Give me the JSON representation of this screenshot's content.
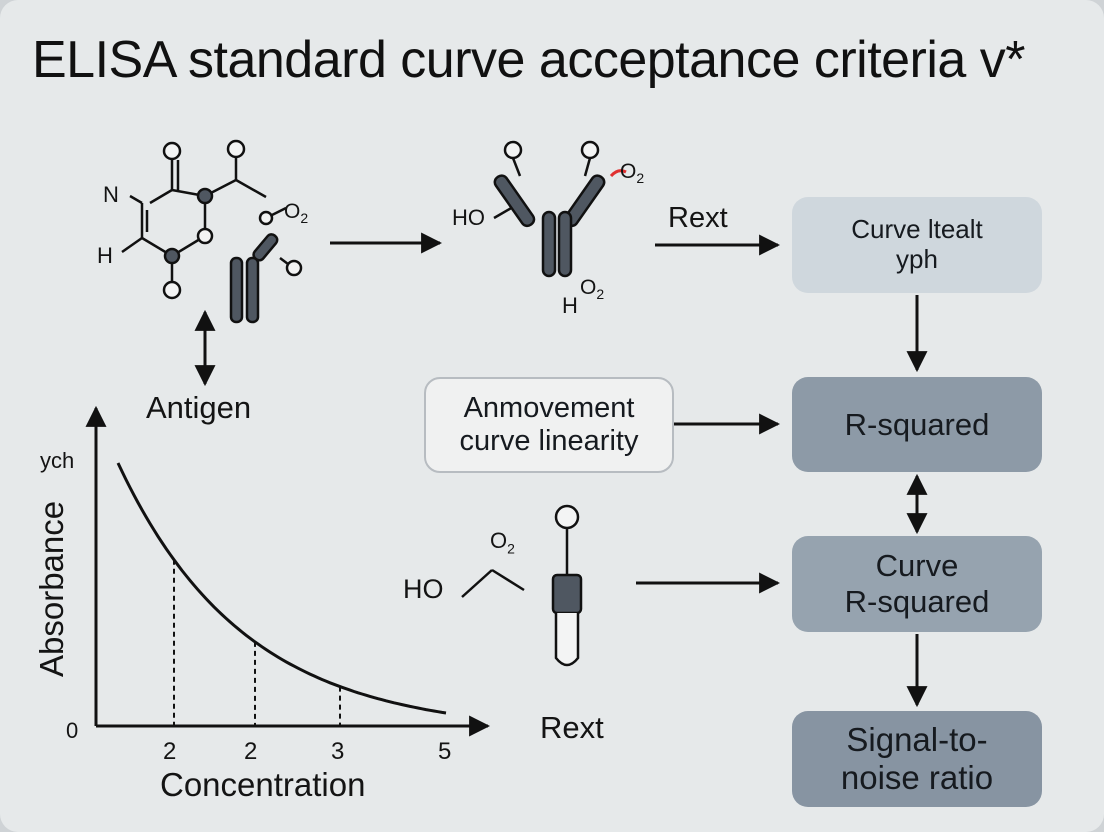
{
  "title": "ELISA standard curve acceptance criteria v*",
  "molecules": {
    "antigen": {
      "label": "Antigen",
      "atoms": [
        "N",
        "H",
        "O",
        "O",
        "O",
        "O",
        "O"
      ],
      "o2": "O",
      "o2_sub": "2"
    },
    "antibody": {
      "ho": "HO",
      "h": "H",
      "o2_top": "O",
      "o2_top_sub": "2",
      "o2_bottom": "O",
      "o2_bottom_sub": "2",
      "atoms": [
        "O",
        "O"
      ]
    },
    "probe": {
      "ho": "HO",
      "o2": "O",
      "o2_sub": "2",
      "atoms": [
        "O"
      ]
    }
  },
  "arrow_labels": {
    "rext_top": "Rext",
    "rext_bottom": "Rext"
  },
  "flow": {
    "box1": [
      "Curve ltealt",
      "yph"
    ],
    "box2": [
      "R-squared"
    ],
    "box3": [
      "Curve",
      "R-squared"
    ],
    "box4": [
      "Signal-to-",
      "noise ratio"
    ],
    "improvement": [
      "Anmovement",
      "curve linearity"
    ]
  },
  "chart_data": {
    "type": "line",
    "title": "",
    "xlabel": "Concentration",
    "ylabel": "Absorbance",
    "y_axis_top_label": "ych",
    "origin_label": "0",
    "x_ticks": [
      "2",
      "2",
      "3",
      "5"
    ],
    "curve_description": "monotonically decreasing exponential-like decay",
    "dashed_markers_at_ticks": [
      "2",
      "2",
      "3"
    ],
    "grid": false
  },
  "colors": {
    "background": "#e6e9ea",
    "molecule_fill": "#4f5761",
    "accent_red": "#e03030",
    "box_light": "#cfd7dd",
    "box_dark": "#8d9aa7"
  }
}
